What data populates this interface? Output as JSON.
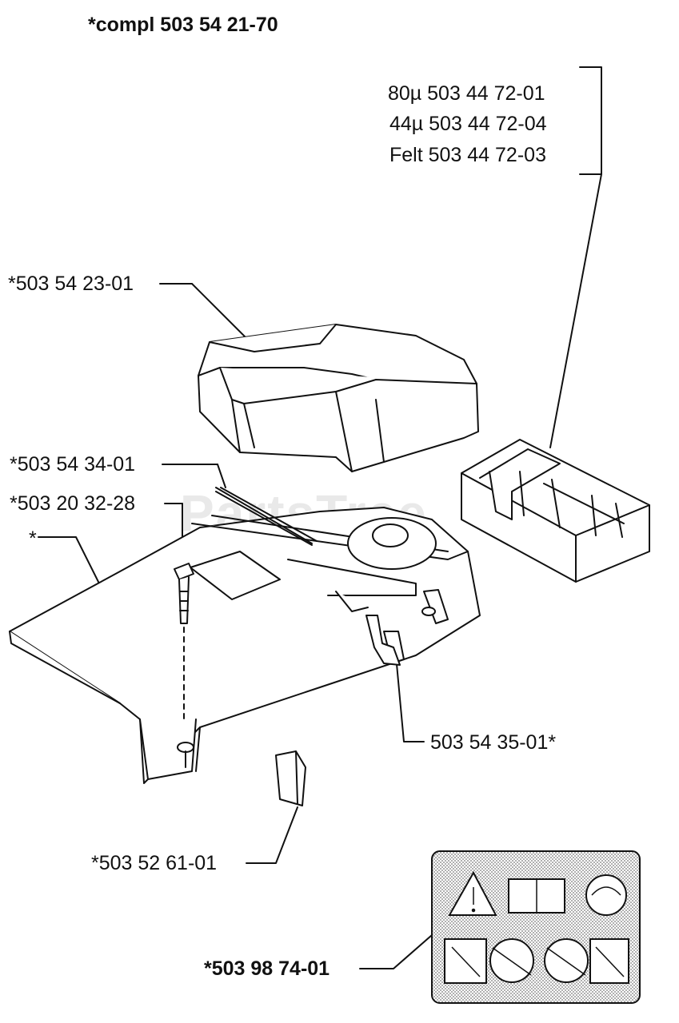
{
  "title": "*compl 503 54 21-70",
  "watermark": "PartsTree",
  "filter_parts": [
    "80µ 503 44 72-01",
    "44µ 503 44 72-04",
    "Felt 503 44 72-03"
  ],
  "labels": {
    "top_cover": "*503 54 23-01",
    "rod": "*503 54 34-01",
    "screw": "*503 20 32-28",
    "base_cover": "*",
    "clip": "503 54 35-01*",
    "plate": "*503 52 61-01",
    "decal": "*503 98 74-01"
  }
}
